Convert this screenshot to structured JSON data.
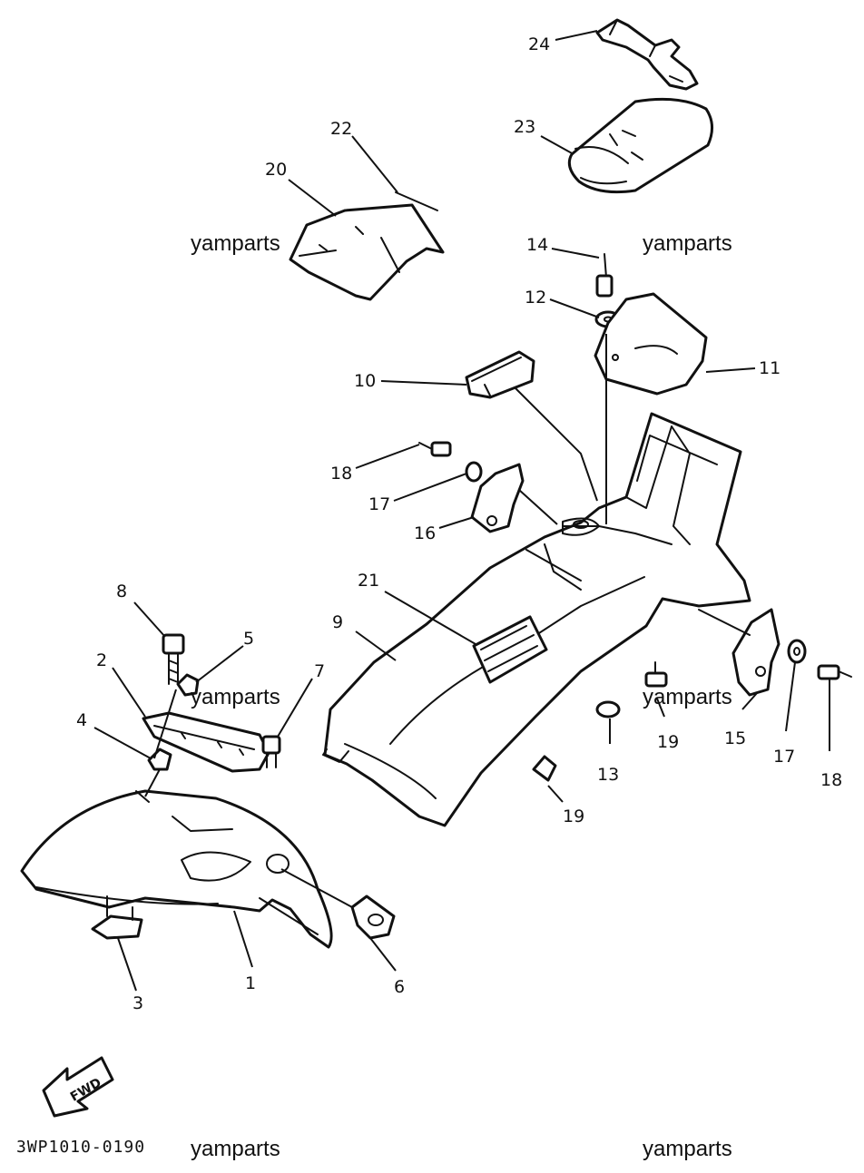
{
  "watermark": {
    "text": "yamparts"
  },
  "diagram_code": "3WP1010-0190",
  "fwd_label": "FWD",
  "part_numbers": {
    "p1": "1",
    "p2": "2",
    "p3": "3",
    "p4": "4",
    "p5": "5",
    "p6": "6",
    "p7": "7",
    "p8": "8",
    "p9": "9",
    "p10": "10",
    "p11": "11",
    "p12": "12",
    "p13": "13",
    "p14": "14",
    "p15": "15",
    "p16": "16",
    "p17": "17",
    "p18": "18",
    "p19": "19",
    "p20": "20",
    "p21": "21",
    "p22": "22",
    "p23": "23",
    "p24": "24"
  },
  "colors": {
    "ink": "#111111",
    "paper": "#ffffff"
  }
}
